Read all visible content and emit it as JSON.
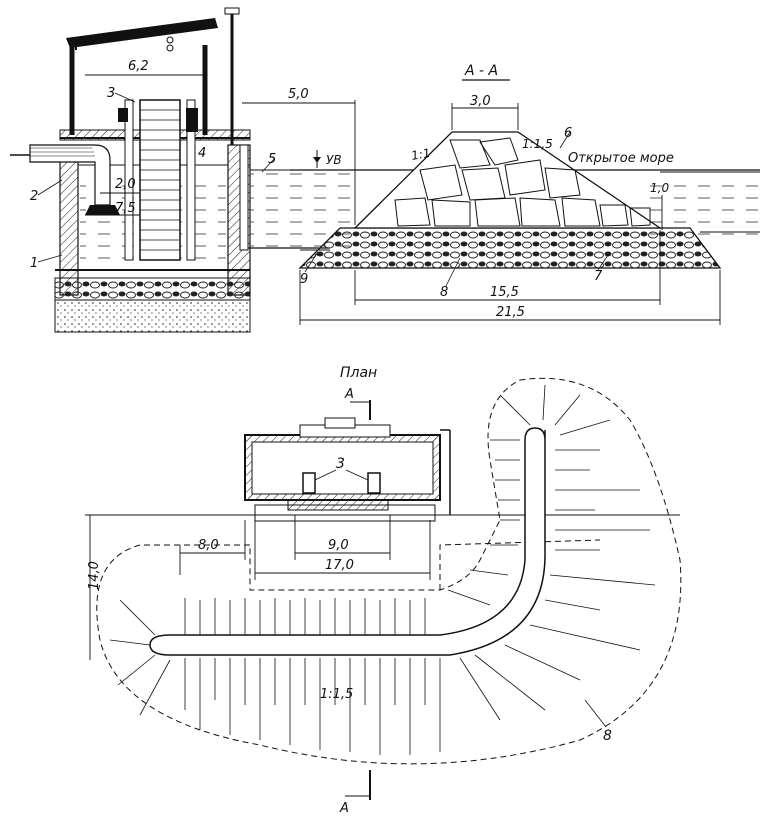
{
  "section": {
    "title": "А - А",
    "water_level": "УВ",
    "sea_label": "Открытое море",
    "dims": {
      "house_width": "6,2",
      "gap": "5,0",
      "crest": "3,0",
      "depth_label": "1,0",
      "inner": "2,0",
      "inner_depth": "7,5",
      "base": "15,5",
      "total": "21,5"
    },
    "slopes": {
      "left": "1:1",
      "right": "1:1,5"
    },
    "callouts": [
      "1",
      "2",
      "3",
      "4",
      "5",
      "6",
      "7",
      "8",
      "9"
    ]
  },
  "plan": {
    "title": "План",
    "cut_label_top": "А",
    "cut_label_bottom": "А",
    "dims": {
      "left_offset": "8,0",
      "inner_width": "9,0",
      "outer_width": "17,0",
      "height": "14,0"
    },
    "slope": "1:1,5",
    "callouts": [
      "3",
      "8"
    ]
  }
}
